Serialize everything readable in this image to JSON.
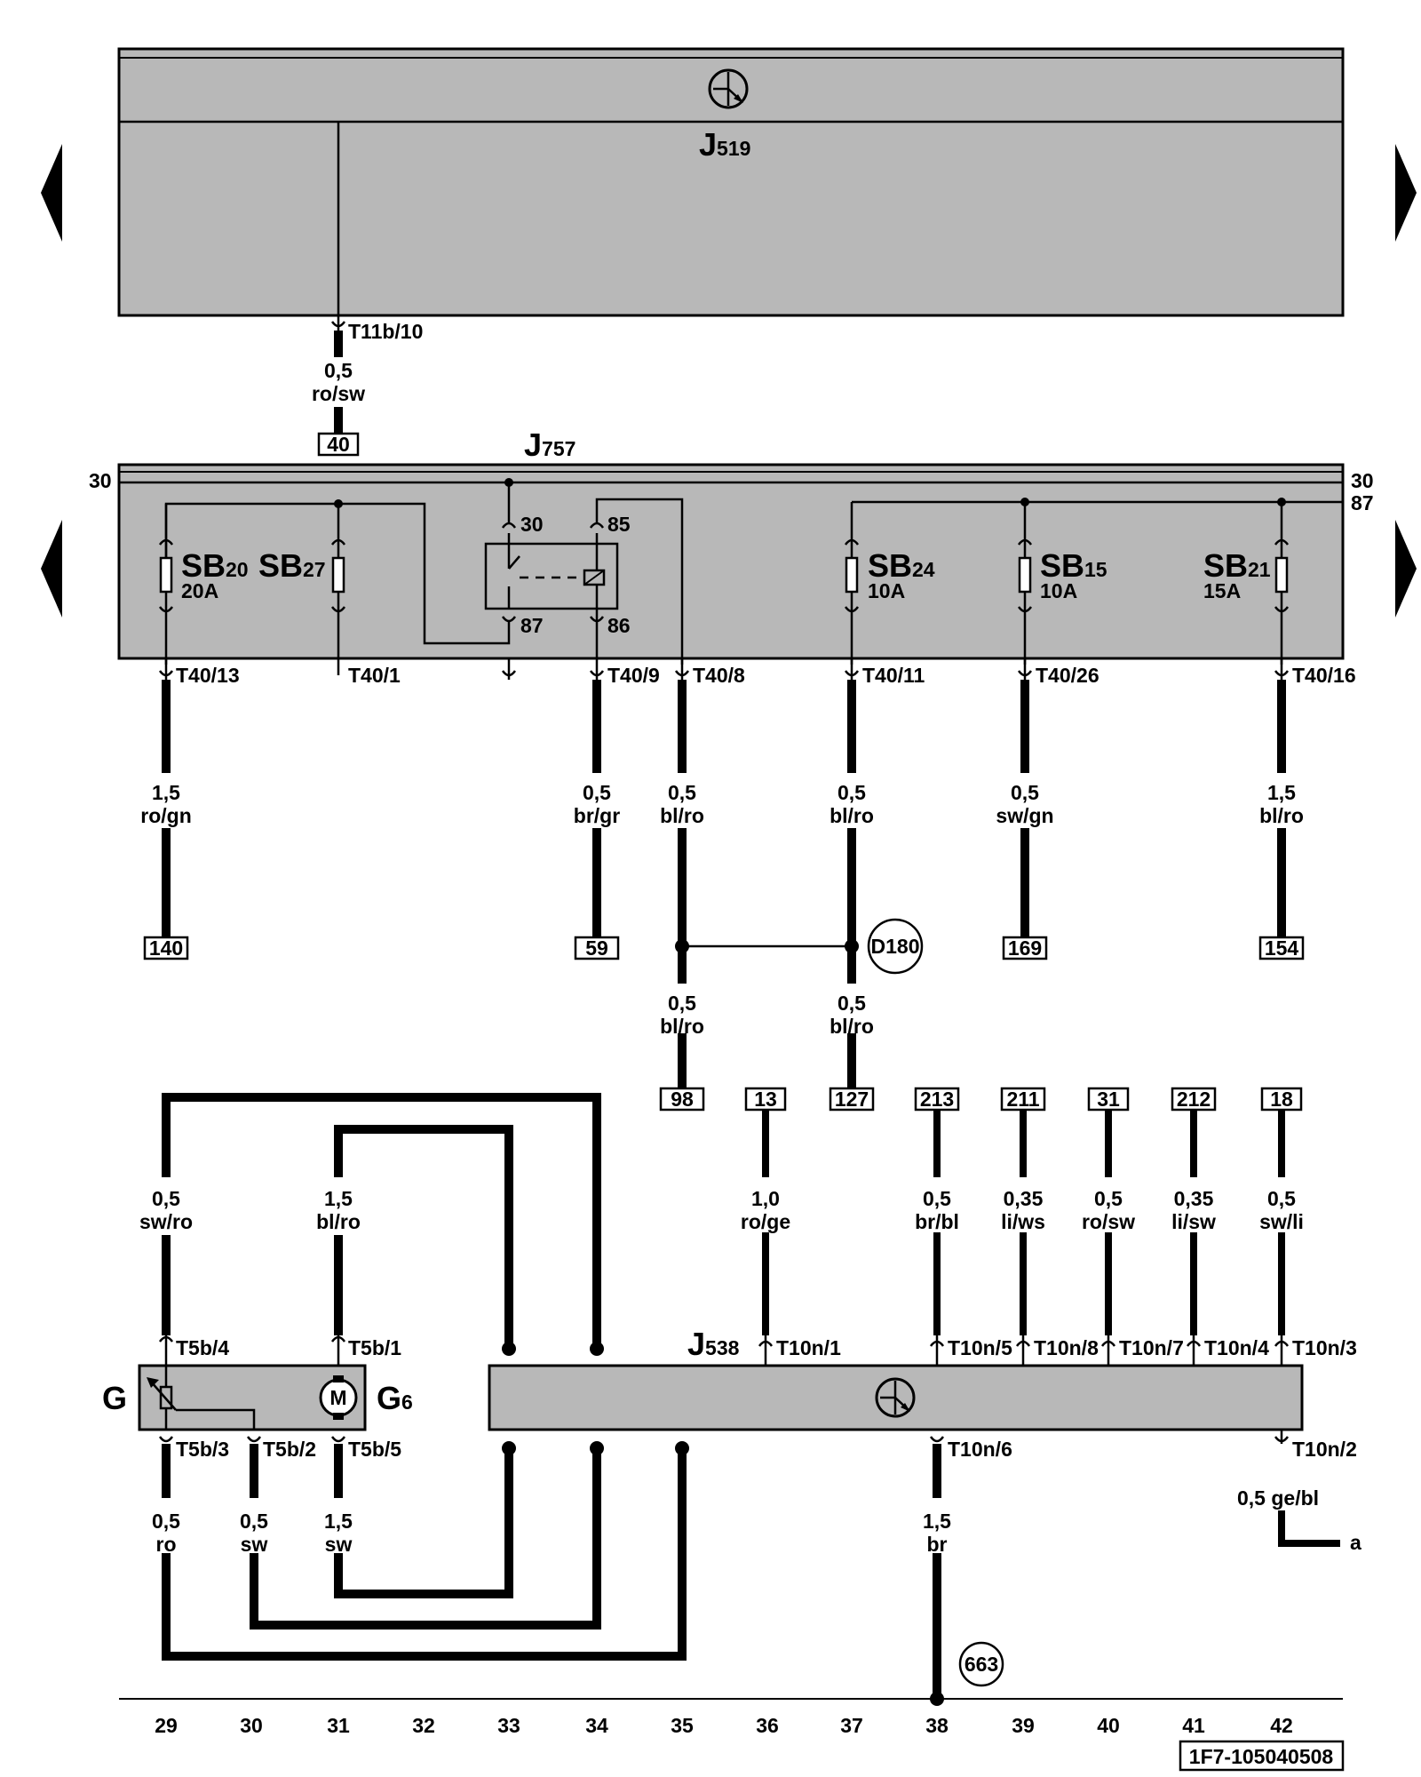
{
  "components": {
    "j519": {
      "label": "J",
      "sub": "519"
    },
    "j757": {
      "label": "J",
      "sub": "757"
    },
    "j538": {
      "label": "J",
      "sub": "538"
    },
    "g": {
      "label": "G"
    },
    "g6": {
      "label": "G",
      "sub": "6"
    },
    "motor": "M"
  },
  "connectors": {
    "t11b_10": "T11b/10",
    "t40_13": "T40/13",
    "t40_1": "T40/1",
    "t40_9": "T40/9",
    "t40_8": "T40/8",
    "t40_11": "T40/11",
    "t40_26": "T40/26",
    "t40_16": "T40/16",
    "t5b_4": "T5b/4",
    "t5b_1": "T5b/1",
    "t5b_3": "T5b/3",
    "t5b_2": "T5b/2",
    "t5b_5": "T5b/5",
    "t10n_1": "T10n/1",
    "t10n_5": "T10n/5",
    "t10n_8": "T10n/8",
    "t10n_7": "T10n/7",
    "t10n_4": "T10n/4",
    "t10n_3": "T10n/3",
    "t10n_6": "T10n/6",
    "t10n_2": "T10n/2"
  },
  "relay_pins": {
    "p30": "30",
    "p85": "85",
    "p87": "87",
    "p86": "86"
  },
  "rails": {
    "left30": "30",
    "right30": "30",
    "right87": "87"
  },
  "fuses": {
    "sb20": {
      "name": "SB",
      "sub": "20",
      "rating": "20A"
    },
    "sb27": {
      "name": "SB",
      "sub": "27"
    },
    "sb24": {
      "name": "SB",
      "sub": "24",
      "rating": "10A"
    },
    "sb15": {
      "name": "SB",
      "sub": "15",
      "rating": "10A"
    },
    "sb21": {
      "name": "SB",
      "sub": "21",
      "rating": "15A"
    }
  },
  "wires": {
    "w_t11b": {
      "size": "0,5",
      "color": "ro/sw"
    },
    "w_c29": {
      "size": "1,5",
      "color": "ro/gn"
    },
    "w_c34": {
      "size": "0,5",
      "color": "br/gr"
    },
    "w_c35a": {
      "size": "0,5",
      "color": "bl/ro"
    },
    "w_c37a": {
      "size": "0,5",
      "color": "bl/ro"
    },
    "w_c39": {
      "size": "0,5",
      "color": "sw/gn"
    },
    "w_c42": {
      "size": "1,5",
      "color": "bl/ro"
    },
    "w_c35b": {
      "size": "0,5",
      "color": "bl/ro"
    },
    "w_c37b": {
      "size": "0,5",
      "color": "bl/ro"
    },
    "w_g_top29": {
      "size": "0,5",
      "color": "sw/ro"
    },
    "w_g_top31": {
      "size": "1,5",
      "color": "bl/ro"
    },
    "w_c36": {
      "size": "1,0",
      "color": "ro/ge"
    },
    "w_c38t": {
      "size": "0,5",
      "color": "br/bl"
    },
    "w_c39t": {
      "size": "0,35",
      "color": "li/ws"
    },
    "w_c40t": {
      "size": "0,5",
      "color": "ro/sw"
    },
    "w_c41t": {
      "size": "0,35",
      "color": "li/sw"
    },
    "w_c42t": {
      "size": "0,5",
      "color": "sw/li"
    },
    "w_b29": {
      "size": "0,5",
      "color": "ro"
    },
    "w_b30": {
      "size": "0,5",
      "color": "sw"
    },
    "w_b31": {
      "size": "1,5",
      "color": "sw"
    },
    "w_b38": {
      "size": "1,5",
      "color": "br"
    },
    "w_a": {
      "text": "0,5 ge/bl"
    }
  },
  "refs": {
    "r40": "40",
    "r140": "140",
    "r59": "59",
    "r169": "169",
    "r154": "154",
    "r98": "98",
    "r13": "13",
    "r127": "127",
    "r213": "213",
    "r211": "211",
    "r31": "31",
    "r212": "212",
    "r18": "18"
  },
  "grounds": {
    "d180": "D180",
    "g663": "663"
  },
  "continuation": "a",
  "columns": [
    "29",
    "30",
    "31",
    "32",
    "33",
    "34",
    "35",
    "36",
    "37",
    "38",
    "39",
    "40",
    "41",
    "42"
  ],
  "drawing_id": "1F7-105040508"
}
